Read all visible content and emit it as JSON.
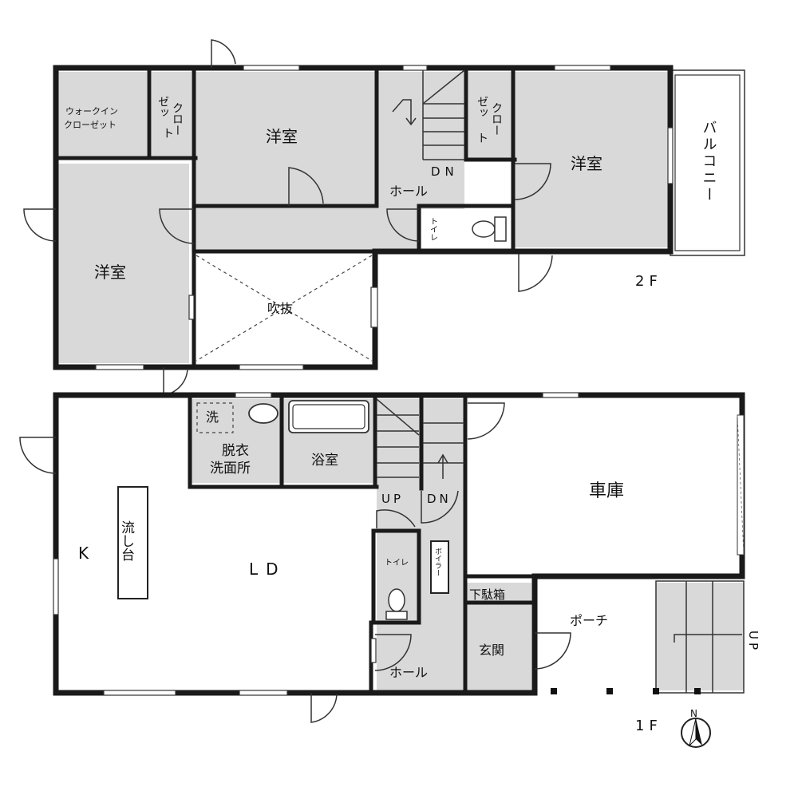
{
  "floor2": {
    "label": "2F",
    "rooms": {
      "walkin_closet_line1": "ウォークイン",
      "walkin_closet_line2": "クローゼット",
      "closet_a_col1": "ゼッ",
      "closet_a_col2": "クロー",
      "closet_a_col3": "ト",
      "closet_b_col1": "ゼッ",
      "closet_b_col2": "クロー",
      "closet_b_col3": "ト",
      "western_room_a": "洋室",
      "western_room_b": "洋室",
      "western_room_c": "洋室",
      "hall": "ホール",
      "stairs_dn": "DN",
      "toilet": "トイレ",
      "balcony": "バルコニー",
      "atrium": "吹抜"
    }
  },
  "floor1": {
    "label": "1F",
    "rooms": {
      "laundry": "洗",
      "dressing_line1": "脱衣",
      "dressing_line2": "洗面所",
      "bathroom": "浴室",
      "stairs_up": "UP",
      "stairs_dn": "DN",
      "garage": "車庫",
      "kitchen": "K",
      "sink": "流し台",
      "living_dining": "LD",
      "toilet": "トイレ",
      "boiler": "ボイラー",
      "shoe_box": "下駄箱",
      "porch": "ポーチ",
      "entrance": "玄関",
      "hall": "ホール",
      "outer_stairs_up": "UP"
    }
  },
  "compass": {
    "north": "N"
  }
}
